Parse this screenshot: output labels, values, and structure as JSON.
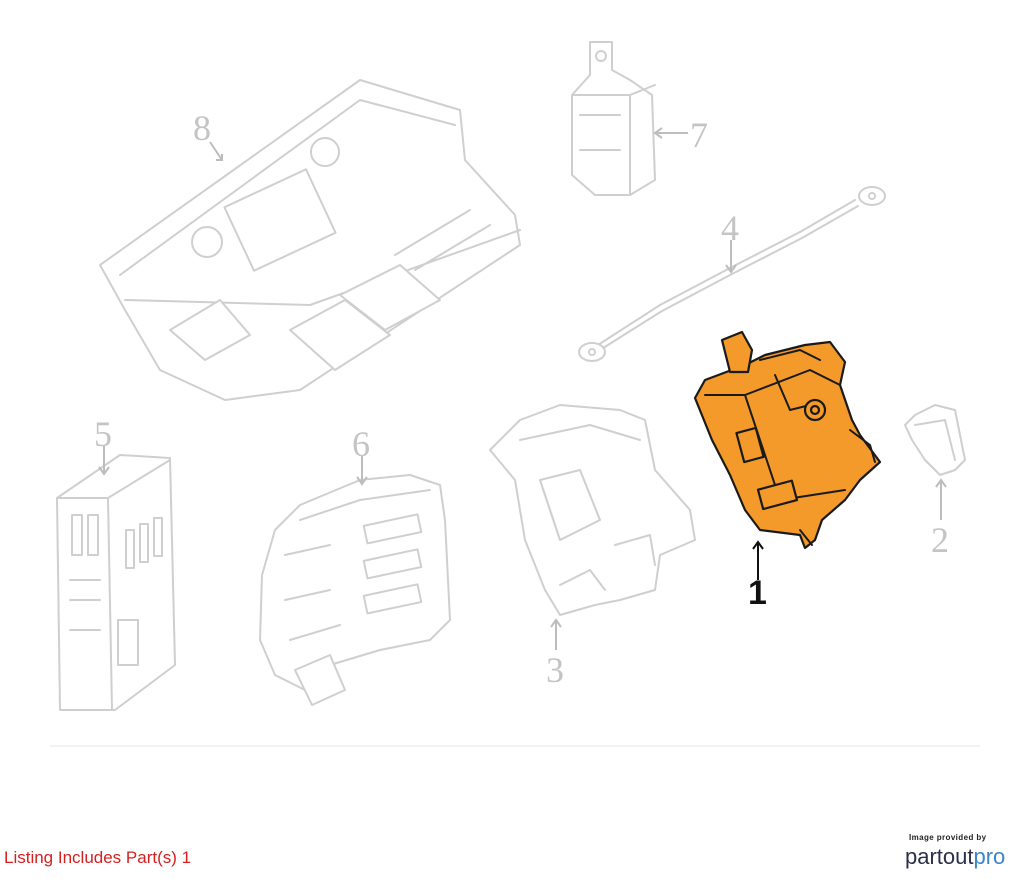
{
  "diagram": {
    "callouts": [
      {
        "number": "1",
        "highlighted": true
      },
      {
        "number": "2",
        "highlighted": false
      },
      {
        "number": "3",
        "highlighted": false
      },
      {
        "number": "4",
        "highlighted": false
      },
      {
        "number": "5",
        "highlighted": false
      },
      {
        "number": "6",
        "highlighted": false
      },
      {
        "number": "7",
        "highlighted": false
      },
      {
        "number": "8",
        "highlighted": false
      }
    ],
    "colors": {
      "highlight_part": "#f39a2b",
      "ghost_part_stroke": "#cfcfcf",
      "listing_note": "#d62020",
      "brand_accent": "#3a86c8"
    }
  },
  "footer": {
    "listing_note": "Listing Includes Part(s) 1",
    "credit_small": "Image provided by",
    "credit_logo_main": "partout",
    "credit_logo_accent": "pro"
  }
}
